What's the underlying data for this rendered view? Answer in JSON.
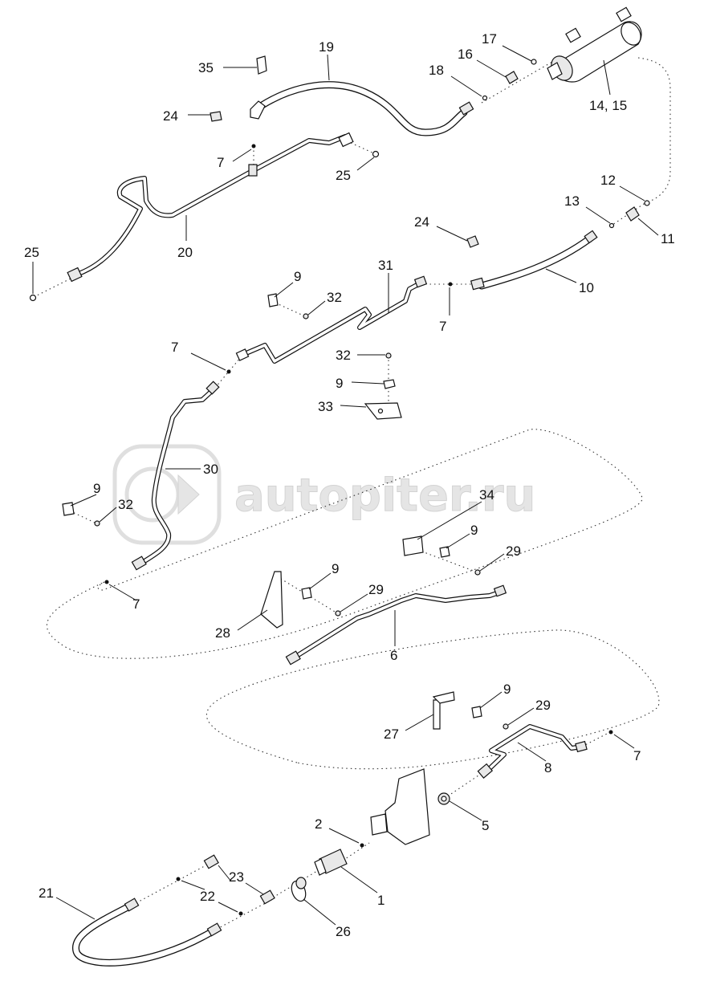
{
  "watermark": {
    "text": "autopiter.ru"
  },
  "labels": {
    "l1": "1",
    "l2": "2",
    "l5": "5",
    "l6": "6",
    "l7a": "7",
    "l7b": "7",
    "l7c": "7",
    "l7d": "7",
    "l7e": "7",
    "l8": "8",
    "l9a": "9",
    "l9b": "9",
    "l9c": "9",
    "l9d": "9",
    "l9e": "9",
    "l9f": "9",
    "l10": "10",
    "l11": "11",
    "l12": "12",
    "l13": "13",
    "l1415": "14, 15",
    "l16": "16",
    "l17": "17",
    "l18": "18",
    "l19": "19",
    "l20": "20",
    "l21": "21",
    "l22": "22",
    "l23": "23",
    "l24a": "24",
    "l24b": "24",
    "l25a": "25",
    "l25b": "25",
    "l26": "26",
    "l27": "27",
    "l28": "28",
    "l29a": "29",
    "l29b": "29",
    "l29c": "29",
    "l30": "30",
    "l31": "31",
    "l32a": "32",
    "l32b": "32",
    "l32c": "32",
    "l33": "33",
    "l34": "34",
    "l35": "35"
  }
}
